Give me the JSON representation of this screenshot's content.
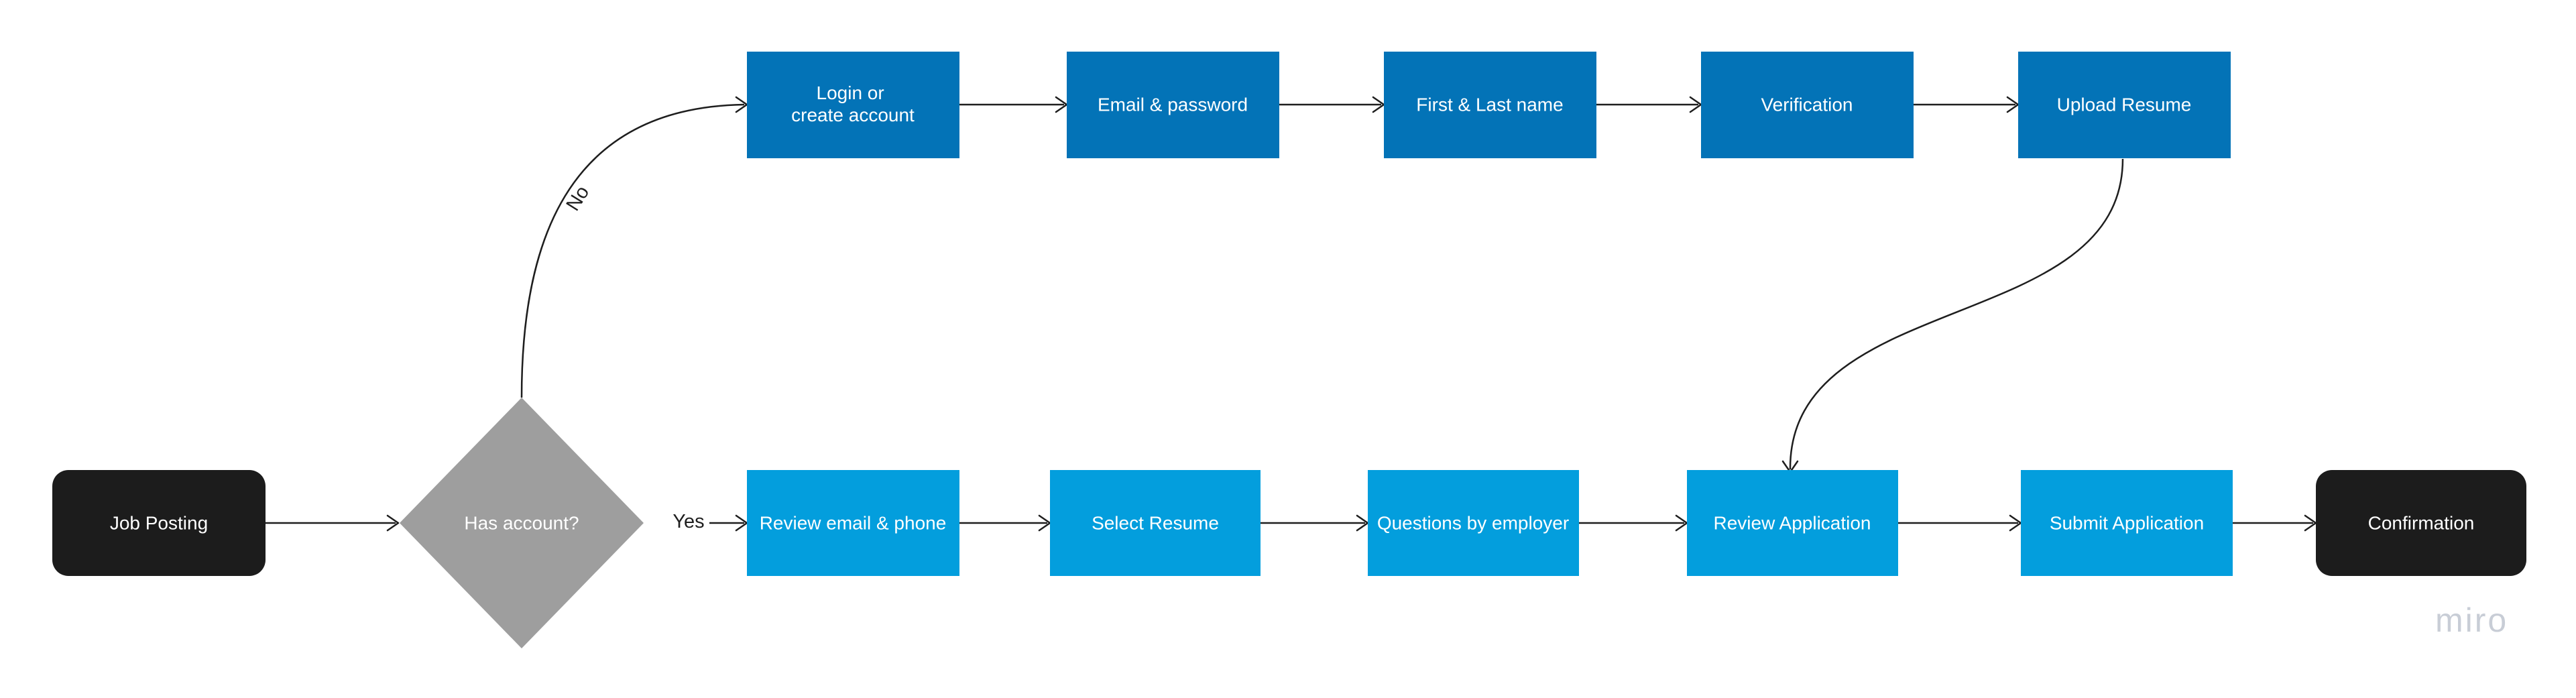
{
  "colors": {
    "terminal": "#1c1c1c",
    "decision": "#9e9e9e",
    "top_row": "#0373b7",
    "bottom_row": "#039edd",
    "text": "#ffffff",
    "edge": "#1e1e1e",
    "watermark": "#c8cdd6"
  },
  "nodes": {
    "job_posting": {
      "label": "Job Posting",
      "shape": "rounded-rect"
    },
    "has_account": {
      "label": "Has account?",
      "shape": "diamond"
    },
    "login": {
      "label_line1": "Login or",
      "label_line2": "create account",
      "shape": "rect"
    },
    "email_password": {
      "label": "Email & password",
      "shape": "rect"
    },
    "first_last_name": {
      "label": "First & Last name",
      "shape": "rect"
    },
    "verification": {
      "label": "Verification",
      "shape": "rect"
    },
    "upload_resume": {
      "label": "Upload Resume",
      "shape": "rect"
    },
    "review_email_phone": {
      "label": "Review email & phone",
      "shape": "rect"
    },
    "select_resume": {
      "label": "Select Resume",
      "shape": "rect"
    },
    "questions_employer": {
      "label": "Questions by employer",
      "shape": "rect"
    },
    "review_application": {
      "label": "Review Application",
      "shape": "rect"
    },
    "submit_application": {
      "label": "Submit Application",
      "shape": "rect"
    },
    "confirmation": {
      "label": "Confirmation",
      "shape": "rounded-rect"
    }
  },
  "edges": {
    "no_label": "No",
    "yes_label": "Yes",
    "list": [
      {
        "from": "job_posting",
        "to": "has_account"
      },
      {
        "from": "has_account",
        "to": "login",
        "label": "No"
      },
      {
        "from": "has_account",
        "to": "review_email_phone",
        "label": "Yes"
      },
      {
        "from": "login",
        "to": "email_password"
      },
      {
        "from": "email_password",
        "to": "first_last_name"
      },
      {
        "from": "first_last_name",
        "to": "verification"
      },
      {
        "from": "verification",
        "to": "upload_resume"
      },
      {
        "from": "upload_resume",
        "to": "review_application"
      },
      {
        "from": "review_email_phone",
        "to": "select_resume"
      },
      {
        "from": "select_resume",
        "to": "questions_employer"
      },
      {
        "from": "questions_employer",
        "to": "review_application"
      },
      {
        "from": "review_application",
        "to": "submit_application"
      },
      {
        "from": "submit_application",
        "to": "confirmation"
      }
    ]
  },
  "watermark": {
    "text": "miro"
  }
}
